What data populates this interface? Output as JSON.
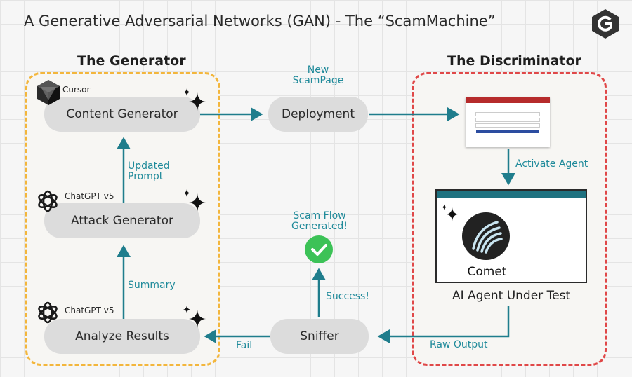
{
  "header": {
    "title": "A Generative Adversarial Networks (GAN) - The “ScamMachine”"
  },
  "generator": {
    "title": "The Generator",
    "content_generator": {
      "tool": "Cursor",
      "label": "Content Generator"
    },
    "attack_generator": {
      "tool": "ChatGPT v5",
      "label": "Attack Generator"
    },
    "analyze_results": {
      "tool": "ChatGPT v5",
      "label": "Analyze Results"
    }
  },
  "discriminator": {
    "title": "The Discriminator",
    "agent_name": "Comet",
    "agent_caption": "AI Agent Under Test"
  },
  "nodes": {
    "deployment": "Deployment",
    "sniffer": "Sniffer"
  },
  "edge_labels": {
    "new_scampage": "New\nScamPage",
    "activate_agent": "Activate Agent",
    "updated_prompt": "Updated\nPrompt",
    "summary": "Summary",
    "success": "Success!",
    "scam_flow": "Scam Flow\nGenerated!",
    "fail": "Fail",
    "raw_output": "Raw Output"
  },
  "colors": {
    "teal": "#1f8a9a",
    "gen_border": "#f3b63c",
    "disc_border": "#e04848",
    "success_green": "#3cc257"
  },
  "icons": [
    "cursor-logo-icon",
    "chatgpt-logo-icon",
    "sparkle-icon",
    "check-icon",
    "comet-logo-icon",
    "brand-logo-icon"
  ]
}
